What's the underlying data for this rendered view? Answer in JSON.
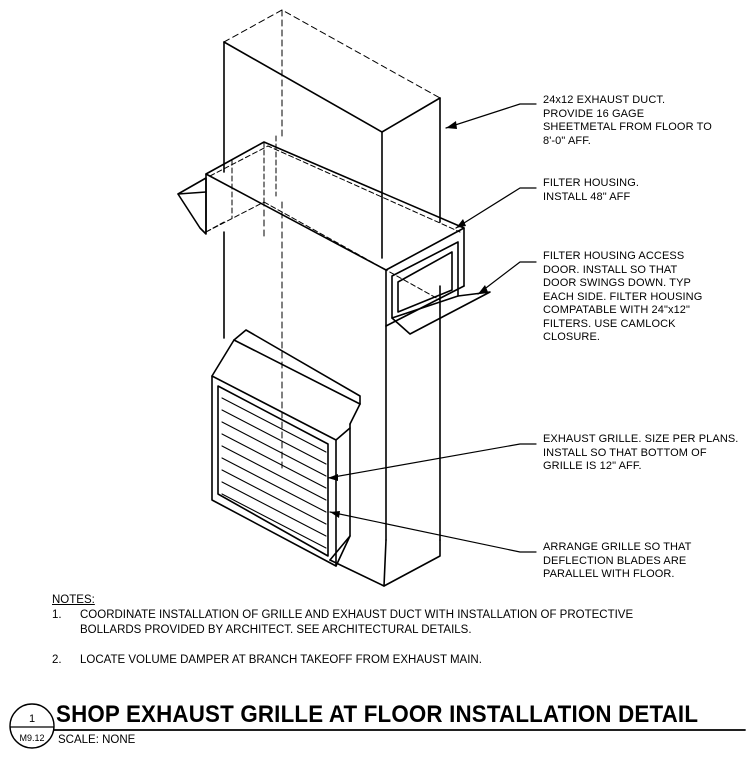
{
  "callouts": {
    "duct": [
      "24x12 EXHAUST DUCT.",
      "PROVIDE 16 GAGE",
      "SHEETMETAL FROM FLOOR TO",
      "8'-0\" AFF."
    ],
    "filter_housing": [
      "FILTER HOUSING.",
      "INSTALL 48\" AFF"
    ],
    "access_door": [
      "FILTER HOUSING ACCESS",
      "DOOR.  INSTALL SO THAT",
      "DOOR SWINGS DOWN. TYP",
      "EACH SIDE.  FILTER HOUSING",
      "COMPATABLE WITH 24\"x12\"",
      "FILTERS. USE CAMLOCK",
      "CLOSURE."
    ],
    "exhaust_grille": [
      "EXHAUST GRILLE.  SIZE PER PLANS.",
      "INSTALL SO THAT BOTTOM OF",
      "GRILLE IS 12\" AFF."
    ],
    "arrange_grille": [
      "ARRANGE GRILLE SO THAT",
      "DEFLECTION BLADES ARE",
      "PARALLEL WITH FLOOR."
    ]
  },
  "notes": {
    "title": "NOTES:",
    "items": [
      {
        "num": "1.",
        "lines": [
          "COORDINATE INSTALLATION OF GRILLE AND EXHAUST DUCT WITH INSTALLATION OF PROTECTIVE",
          "BOLLARDS PROVIDED BY ARCHITECT.  SEE ARCHITECTURAL DETAILS."
        ]
      },
      {
        "num": "2.",
        "lines": [
          "LOCATE VOLUME DAMPER AT BRANCH TAKEOFF FROM EXHAUST MAIN."
        ]
      }
    ]
  },
  "title_block": {
    "detail_number": "1",
    "sheet": "M9.12",
    "title": "SHOP EXHAUST GRILLE AT FLOOR INSTALLATION DETAIL",
    "scale": "SCALE: NONE"
  }
}
